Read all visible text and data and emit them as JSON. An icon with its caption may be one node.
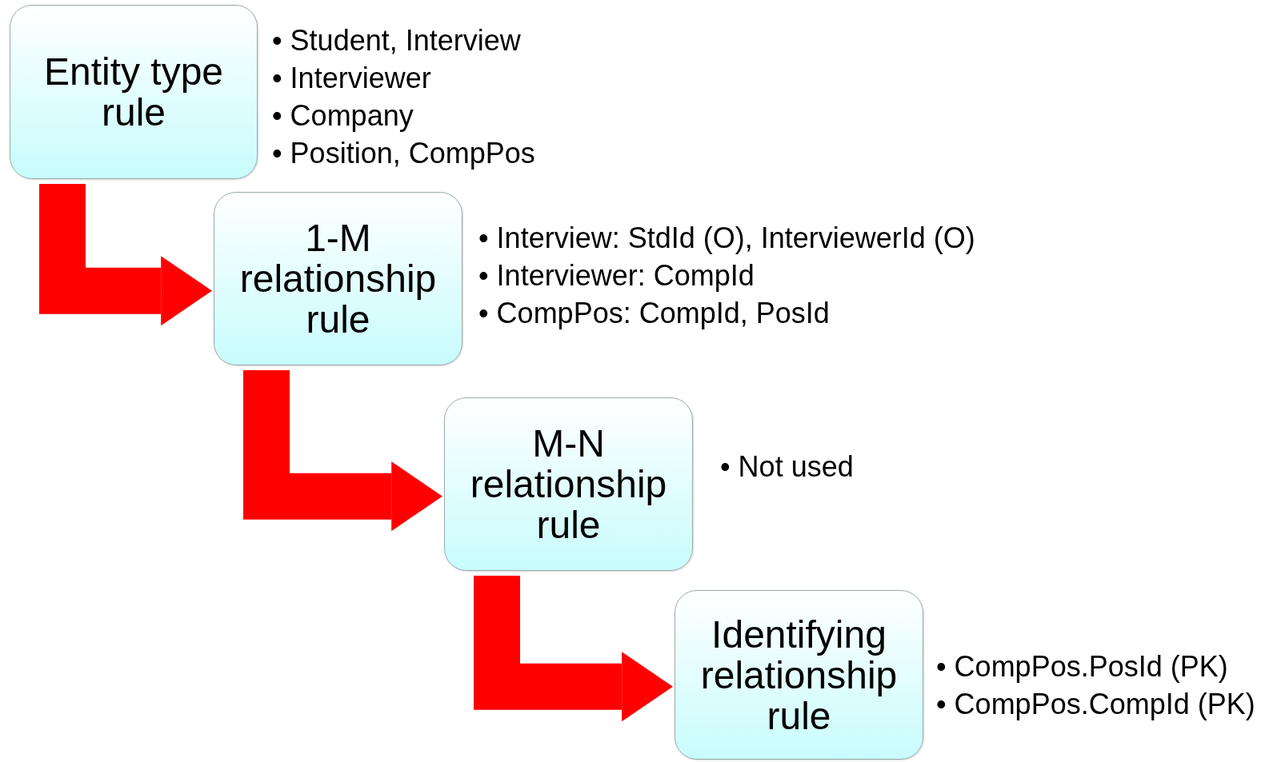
{
  "diagram": {
    "nodes": [
      {
        "text": [
          "Entity type rule"
        ],
        "beside": [
          "• Student, Interview",
          "• Interviewer",
          "• Company",
          "• Position, CompPos"
        ]
      },
      {
        "text": [
          "1-M relationship rule"
        ],
        "beside": [
          "• Interview: StdId (O), InterviewerId (O)",
          "• Interviewer: CompId",
          "• CompPos: CompId, PosId"
        ]
      },
      {
        "text": [
          "M-N relationship rule"
        ],
        "beside": [
          "• Not used"
        ]
      },
      {
        "text": [
          "Identifying relationship rule"
        ],
        "beside": [
          "• CompPos.PosId (PK)",
          "• CompPos.CompId (PK)"
        ]
      }
    ],
    "edges": [
      {
        "from": 0,
        "to": 1,
        "arrow": "to",
        "color": "#ff0000"
      },
      {
        "from": 1,
        "to": 2,
        "arrow": "to",
        "color": "#ff0000"
      },
      {
        "from": 2,
        "to": 3,
        "arrow": "to",
        "color": "#ff0000"
      }
    ]
  }
}
